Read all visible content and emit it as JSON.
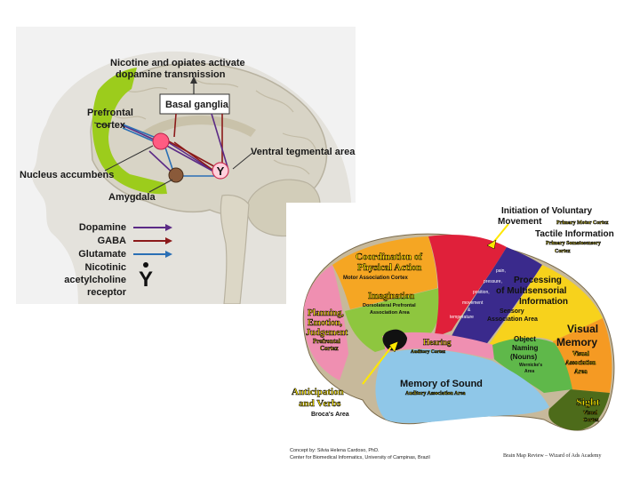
{
  "panel_a": {
    "labels": {
      "nicotine_line1": "Nicotine and opiates activate",
      "nicotine_line2": "dopamine transmission",
      "basal_ganglia": "Basal ganglia",
      "prefrontal_line1": "Prefrontal",
      "prefrontal_line2": "cortex",
      "ventral_tegmental": "Ventral tegmental area",
      "nucleus_accumbens": "Nucleus accumbens",
      "amygdala": "Amygdala"
    },
    "legend": [
      {
        "label": "Dopamine",
        "color": "#5b2a86"
      },
      {
        "label": "GABA",
        "color": "#8b1a1a"
      },
      {
        "label": "Glutamate",
        "color": "#2a6fb5"
      }
    ],
    "receptor": {
      "line1": "Nicotinic",
      "line2": "acetylcholine",
      "line3": "receptor"
    }
  },
  "panel_b": {
    "initiation": {
      "line1": "Initiation of Voluntary",
      "line2": "Movement",
      "sub": "Primary Motor Cortex"
    },
    "tactile": {
      "title": "Tactile Information",
      "sub1": "Primary Somatosensory",
      "sub2": "Cortex"
    },
    "coordination": {
      "line1": "Coordination of",
      "line2": "Physical Action",
      "sub": "Motor Association Cortex"
    },
    "imagination": {
      "title": "Imagination",
      "sub1": "Dorsolateral Prefrontal",
      "sub2": "Association Area"
    },
    "somato_words": [
      "pain,",
      "pressure,",
      "position,",
      "movement",
      "&",
      "temperature"
    ],
    "processing": {
      "line1": "Processing",
      "line2": "of Multisensorial",
      "line3": "Information",
      "sub1": "Sensory",
      "sub2": "Association Area"
    },
    "planning": {
      "line1": "Planning,",
      "line2": "Emotion,",
      "line3": "Judgement",
      "sub1": "Prefrontal",
      "sub2": "Cortex"
    },
    "hearing": {
      "title": "Hearing",
      "sub": "Auditory Cortex"
    },
    "object_naming": {
      "line1": "Object",
      "line2": "Naming",
      "line3": "(Nouns)",
      "sub1": "Wernicke's",
      "sub2": "Area"
    },
    "visual_memory": {
      "line1": "Visual",
      "line2": "Memory",
      "sub1": "Visual",
      "sub2": "Association",
      "sub3": "Area"
    },
    "memory_sound": {
      "title": "Memory of Sound",
      "sub": "Auditory Association Area"
    },
    "anticipation": {
      "line1": "Anticipation",
      "line2": "and Verbs",
      "sub": "Broca's Area"
    },
    "sight": {
      "title": "Sight",
      "sub1": "Visual",
      "sub2": "Cortex"
    },
    "credit_left1": "Concept by: Silvia Helena Cardoso, PhD.",
    "credit_left2": "Center for Biomedical Informatics, University of Campinas, Brazil",
    "credit_right": "Brain Map Review – Wizard of Ads Academy"
  }
}
